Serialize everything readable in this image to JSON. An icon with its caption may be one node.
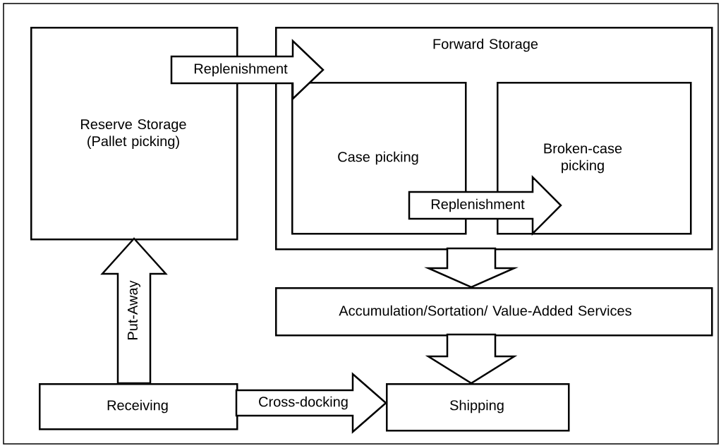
{
  "diagram": {
    "nodes": [
      {
        "text": [
          "Reserve Storage (Pallet picking)"
        ]
      },
      {
        "text": [
          "Forward Storage"
        ]
      },
      {
        "text": [
          "Case picking"
        ],
        "in": 1
      },
      {
        "text": [
          "Broken-case picking"
        ],
        "in": 1
      },
      {
        "text": [
          "Accumulation/Sortation/ Value-Added Services"
        ]
      },
      {
        "text": [
          "Receiving"
        ]
      },
      {
        "text": [
          "Shipping"
        ]
      }
    ],
    "edges": [
      {
        "from": 0,
        "to": 1,
        "arrow": "to",
        "label": "Replenishment"
      },
      {
        "from": 2,
        "to": 3,
        "arrow": "to",
        "label": "Replenishment"
      },
      {
        "from": 1,
        "to": 4,
        "arrow": "to"
      },
      {
        "from": 4,
        "to": 6,
        "arrow": "to"
      },
      {
        "from": 5,
        "to": 0,
        "arrow": "to",
        "label": "Put-Away"
      },
      {
        "from": 5,
        "to": 6,
        "arrow": "to",
        "label": "Cross-docking"
      }
    ]
  }
}
